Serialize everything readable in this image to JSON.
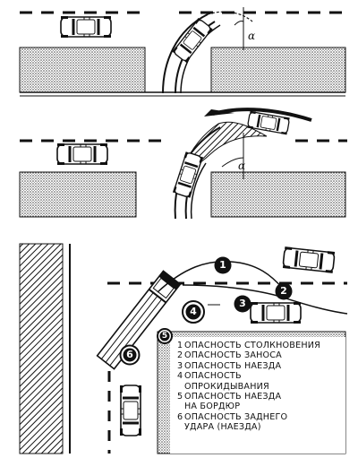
{
  "alpha_symbol": "α",
  "markers": [
    "1",
    "2",
    "3",
    "4",
    "5",
    "6"
  ],
  "legend": [
    {
      "num": "1",
      "text": "ОПАСНОСТЬ СТОЛКНОВЕНИЯ"
    },
    {
      "num": "2",
      "text": "ОПАСНОСТЬ ЗАНОСА"
    },
    {
      "num": "3",
      "text": "ОПАСНОСТЬ НАЕЗДА"
    },
    {
      "num": "4",
      "text": "ОПАСНОСТЬ\nОПРОКИДЫВАНИЯ"
    },
    {
      "num": "5",
      "text": "ОПАСНОСТЬ НАЕЗДА\nНА БОРДЮР"
    },
    {
      "num": "6",
      "text": "ОПАСНОСТЬ ЗАДНЕГО\nУДАРА (НАЕЗДА)"
    }
  ]
}
